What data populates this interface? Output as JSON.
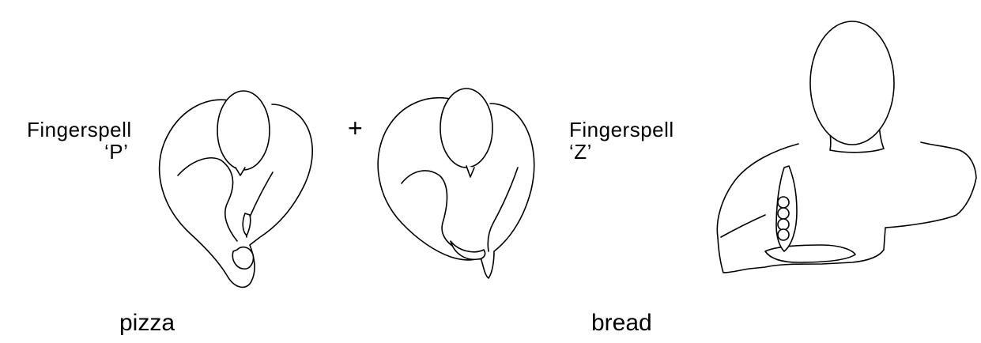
{
  "signs": [
    {
      "fingerspell_line1": "Fingerspell",
      "fingerspell_line2": "‘P’"
    },
    {
      "fingerspell_line1": "Fingerspell",
      "fingerspell_line2": "‘Z’"
    }
  ],
  "plus_symbol": "+",
  "words": {
    "left": "pizza",
    "right": "bread"
  }
}
